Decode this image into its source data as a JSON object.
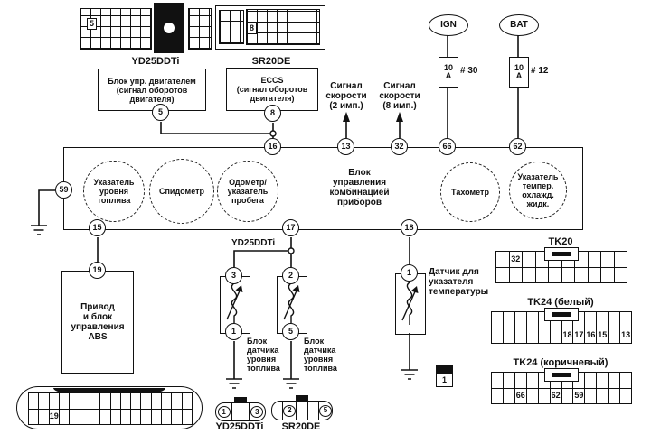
{
  "top": {
    "conn_yd25": {
      "caption": "YD25DDTi",
      "pin": "5"
    },
    "conn_sr20": {
      "caption": "SR20DE",
      "pin": "8"
    },
    "ecu_yd25": {
      "text": "Блок упр. двигателем\n(сигнал оборотов\nдвигателя)",
      "pin": "5"
    },
    "ecu_sr20": {
      "text": "ECCS\n(сигнал оборотов\nдвигателя)",
      "pin": "8"
    }
  },
  "signals": {
    "speed2": {
      "text": "Сигнал\nскорости\n(2 имп.)"
    },
    "speed8": {
      "text": "Сигнал\nскорости\n(8 имп.)"
    }
  },
  "power": {
    "ign": {
      "label": "IGN",
      "fuse": "10\nA",
      "circuit": "# 30"
    },
    "bat": {
      "label": "BAT",
      "fuse": "10\nA",
      "circuit": "# 12"
    }
  },
  "cluster": {
    "title": "Блок\nуправления\nкомбинацией\nприборов",
    "gauge_fuel": "Указатель\nуровня\nтоплива",
    "gauge_speed": "Спидометр",
    "gauge_odo": "Одометр/\nуказатель\nпробега",
    "gauge_tacho": "Тахометр",
    "gauge_temp": "Указатель\nтемпер.\nохлажд.\nжидк.",
    "pin_59": "59",
    "pin_16": "16",
    "pin_13": "13",
    "pin_32": "32",
    "pin_66": "66",
    "pin_62": "62",
    "pin_15": "15",
    "pin_17": "17",
    "pin_18": "18"
  },
  "abs": {
    "pin": "19",
    "text": "Привод\nи блок\nуправления\nABS"
  },
  "fuel": {
    "branch_caption": "YD25DDTi",
    "left": {
      "pin_top": "3",
      "pin_bot": "1",
      "text": "Блок\nдатчика\nуровня\nтоплива"
    },
    "right": {
      "pin_top": "2",
      "pin_bot": "5",
      "text": "Блок\nдатчика\nуровня\nтоплива"
    }
  },
  "temp": {
    "pin": "1",
    "text": "Датчик для\nуказателя\nтемпературы",
    "conn_pin": "1"
  },
  "tk20": {
    "caption": "TK20",
    "row_top": [
      "",
      "32",
      "",
      "",
      "",
      "",
      "",
      "",
      "",
      ""
    ],
    "row_bot": [
      "",
      "",
      "",
      "",
      "",
      "",
      "",
      "",
      "",
      ""
    ]
  },
  "tk24w": {
    "caption": "TK24 (белый)",
    "row_top": [
      "",
      "",
      "",
      "",
      "",
      "",
      "",
      "",
      "",
      "",
      "",
      ""
    ],
    "row_bot": [
      "",
      "",
      "",
      "",
      "",
      "",
      "18",
      "17",
      "16",
      "15",
      "",
      "13"
    ]
  },
  "tk24b": {
    "caption": "TK24 (коричневый)",
    "row_top": [
      "",
      "",
      "",
      "",
      "",
      "",
      "",
      "",
      "",
      "",
      "",
      ""
    ],
    "row_bot": [
      "",
      "",
      "66",
      "",
      "",
      "62",
      "",
      "59",
      "",
      "",
      "",
      ""
    ]
  },
  "abs_conn": {
    "row_top": [
      "",
      "",
      "",
      "",
      "",
      "",
      "",
      "",
      "",
      "",
      "",
      "",
      "",
      "",
      "",
      ""
    ],
    "row_bot": [
      "",
      "",
      "19",
      "",
      "",
      "",
      "",
      "",
      "",
      "",
      "",
      "",
      "",
      "",
      "",
      ""
    ]
  },
  "bottom_conn": {
    "yd25": {
      "caption": "YD25DDTi",
      "pins": [
        "1",
        "",
        "3"
      ]
    },
    "sr20": {
      "caption": "SR20DE",
      "pins": [
        "",
        "2",
        "",
        "",
        "5"
      ]
    }
  }
}
